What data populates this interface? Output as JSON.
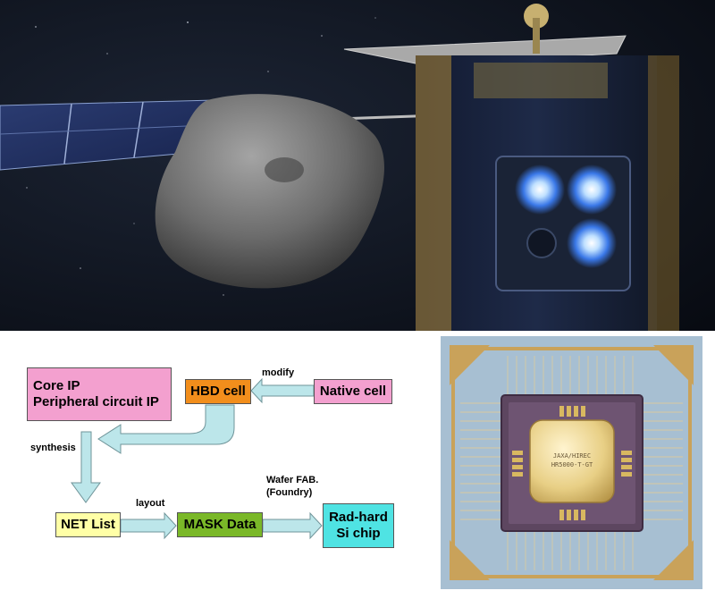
{
  "diagram": {
    "nodes": {
      "core_ip": {
        "lines": [
          "Core IP",
          "Peripheral circuit IP"
        ],
        "color": "#f3a0cf"
      },
      "hbd_cell": {
        "label": "HBD cell",
        "color": "#f28e1c"
      },
      "native_cell": {
        "label": "Native cell",
        "color": "#f3a0cf"
      },
      "net_list": {
        "label": "NET List",
        "color": "#ffffa6"
      },
      "mask_data": {
        "label": "MASK Data",
        "color": "#7ab828"
      },
      "rad_hard": {
        "lines": [
          "Rad-hard",
          "Si chip"
        ],
        "color": "#4fe3e3"
      }
    },
    "edges": {
      "modify": "modify",
      "synthesis": "synthesis",
      "layout": "layout",
      "wafer_fab": [
        "Wafer FAB.",
        "(Foundry)"
      ]
    },
    "arrow_color": "#bce6ea"
  },
  "chip": {
    "marking": [
      "JAXA/HIREC",
      "HR5000-T-GT"
    ]
  }
}
